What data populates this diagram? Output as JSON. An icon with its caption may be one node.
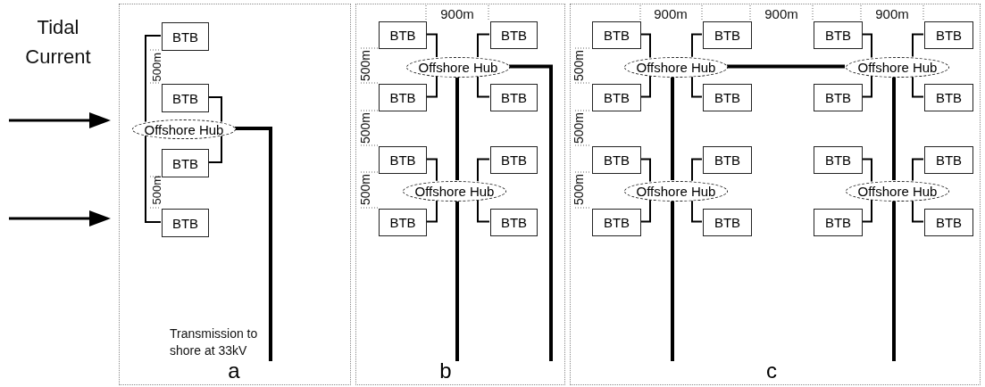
{
  "diagram": {
    "nodes": [
      {
        "text": [
          "a"
        ]
      },
      {
        "text": [
          "BTB"
        ],
        "in": 0
      },
      {
        "text": [
          "BTB"
        ],
        "in": 0
      },
      {
        "text": [
          "Offshore Hub"
        ],
        "in": 0
      },
      {
        "text": [
          "BTB"
        ],
        "in": 0
      },
      {
        "text": [
          "BTB"
        ],
        "in": 0
      },
      {
        "text": [
          "b"
        ]
      },
      {
        "text": [
          "BTB"
        ],
        "in": 6
      },
      {
        "text": [
          "BTB"
        ],
        "in": 6
      },
      {
        "text": [
          "Offshore Hub"
        ],
        "in": 6
      },
      {
        "text": [
          "BTB"
        ],
        "in": 6
      },
      {
        "text": [
          "BTB"
        ],
        "in": 6
      },
      {
        "text": [
          "BTB"
        ],
        "in": 6
      },
      {
        "text": [
          "BTB"
        ],
        "in": 6
      },
      {
        "text": [
          "Offshore Hub"
        ],
        "in": 6
      },
      {
        "text": [
          "BTB"
        ],
        "in": 6
      },
      {
        "text": [
          "BTB"
        ],
        "in": 6
      },
      {
        "text": [
          "c"
        ]
      },
      {
        "text": [
          "BTB"
        ],
        "in": 17
      },
      {
        "text": [
          "BTB"
        ],
        "in": 17
      },
      {
        "text": [
          "BTB"
        ],
        "in": 17
      },
      {
        "text": [
          "BTB"
        ],
        "in": 17
      },
      {
        "text": [
          "Offshore Hub"
        ],
        "in": 17
      },
      {
        "text": [
          "Offshore Hub"
        ],
        "in": 17
      },
      {
        "text": [
          "BTB"
        ],
        "in": 17
      },
      {
        "text": [
          "BTB"
        ],
        "in": 17
      },
      {
        "text": [
          "BTB"
        ],
        "in": 17
      },
      {
        "text": [
          "BTB"
        ],
        "in": 17
      },
      {
        "text": [
          "BTB"
        ],
        "in": 17
      },
      {
        "text": [
          "BTB"
        ],
        "in": 17
      },
      {
        "text": [
          "BTB"
        ],
        "in": 17
      },
      {
        "text": [
          "BTB"
        ],
        "in": 17
      },
      {
        "text": [
          "Offshore Hub"
        ],
        "in": 17
      },
      {
        "text": [
          "Offshore Hub"
        ],
        "in": 17
      },
      {
        "text": [
          "BTB"
        ],
        "in": 17
      },
      {
        "text": [
          "BTB"
        ],
        "in": 17
      },
      {
        "text": [
          "BTB"
        ],
        "in": 17
      },
      {
        "text": [
          "BTB"
        ],
        "in": 17
      }
    ],
    "edges": [
      {
        "from": 1,
        "to": 3,
        "arrow": "none"
      },
      {
        "from": 2,
        "to": 3,
        "arrow": "none"
      },
      {
        "from": 4,
        "to": 3,
        "arrow": "none"
      },
      {
        "from": 5,
        "to": 3,
        "arrow": "none"
      },
      {
        "from": 3,
        "to": null,
        "arrow": "none",
        "style": "thick"
      },
      {
        "from": 7,
        "to": 9,
        "arrow": "none"
      },
      {
        "from": 8,
        "to": 9,
        "arrow": "none"
      },
      {
        "from": 10,
        "to": 9,
        "arrow": "none"
      },
      {
        "from": 11,
        "to": 9,
        "arrow": "none"
      },
      {
        "from": 12,
        "to": 14,
        "arrow": "none"
      },
      {
        "from": 13,
        "to": 14,
        "arrow": "none"
      },
      {
        "from": 15,
        "to": 14,
        "arrow": "none"
      },
      {
        "from": 16,
        "to": 14,
        "arrow": "none"
      },
      {
        "from": 9,
        "to": null,
        "arrow": "none",
        "style": "thick"
      },
      {
        "from": 9,
        "to": 14,
        "arrow": "none",
        "style": "thick"
      },
      {
        "from": 14,
        "to": null,
        "arrow": "none",
        "style": "thick"
      },
      {
        "from": 18,
        "to": 22,
        "arrow": "none"
      },
      {
        "from": 19,
        "to": 22,
        "arrow": "none"
      },
      {
        "from": 24,
        "to": 22,
        "arrow": "none"
      },
      {
        "from": 25,
        "to": 22,
        "arrow": "none"
      },
      {
        "from": 20,
        "to": 23,
        "arrow": "none"
      },
      {
        "from": 21,
        "to": 23,
        "arrow": "none"
      },
      {
        "from": 26,
        "to": 23,
        "arrow": "none"
      },
      {
        "from": 27,
        "to": 23,
        "arrow": "none"
      },
      {
        "from": 28,
        "to": 32,
        "arrow": "none"
      },
      {
        "from": 29,
        "to": 32,
        "arrow": "none"
      },
      {
        "from": 34,
        "to": 32,
        "arrow": "none"
      },
      {
        "from": 35,
        "to": 32,
        "arrow": "none"
      },
      {
        "from": 30,
        "to": 33,
        "arrow": "none"
      },
      {
        "from": 31,
        "to": 33,
        "arrow": "none"
      },
      {
        "from": 36,
        "to": 33,
        "arrow": "none"
      },
      {
        "from": 37,
        "to": 33,
        "arrow": "none"
      },
      {
        "from": 22,
        "to": 23,
        "arrow": "none",
        "style": "thick"
      },
      {
        "from": 22,
        "to": 32,
        "arrow": "none",
        "style": "thick"
      },
      {
        "from": 32,
        "to": null,
        "arrow": "none",
        "style": "thick"
      },
      {
        "from": 23,
        "to": 33,
        "arrow": "none",
        "style": "thick"
      },
      {
        "from": 33,
        "to": null,
        "arrow": "none",
        "style": "thick"
      }
    ],
    "labels": [
      "Tidal Current",
      "500m",
      "500m",
      "Transmission to shore at 33kV",
      "900m",
      "500m",
      "500m",
      "500m",
      "900m",
      "900m",
      "900m",
      "500m",
      "500m",
      "500m"
    ]
  }
}
